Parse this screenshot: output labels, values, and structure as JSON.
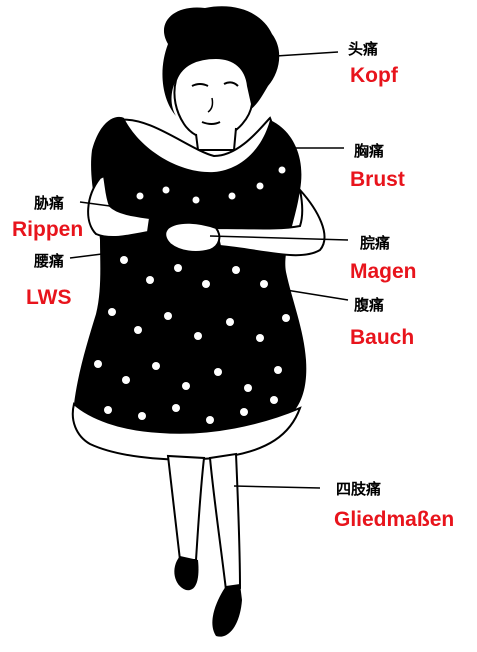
{
  "labels": [
    {
      "id": "head",
      "zh": "头痛",
      "de": "Kopf"
    },
    {
      "id": "chest",
      "zh": "胸痛",
      "de": "Brust"
    },
    {
      "id": "ribs",
      "zh": "胁痛",
      "de": "Rippen"
    },
    {
      "id": "lws",
      "zh": "腰痛",
      "de": "LWS"
    },
    {
      "id": "epigastric",
      "zh": "脘痛",
      "de": "Magen"
    },
    {
      "id": "abdomen",
      "zh": "腹痛",
      "de": "Bauch"
    },
    {
      "id": "limbs",
      "zh": "四肢痛",
      "de": "Gliedmaßen"
    }
  ],
  "colors": {
    "german": "#e8141c",
    "chinese": "#000000",
    "line": "#000000",
    "figure": "#000000",
    "dots": "#ffffff"
  }
}
